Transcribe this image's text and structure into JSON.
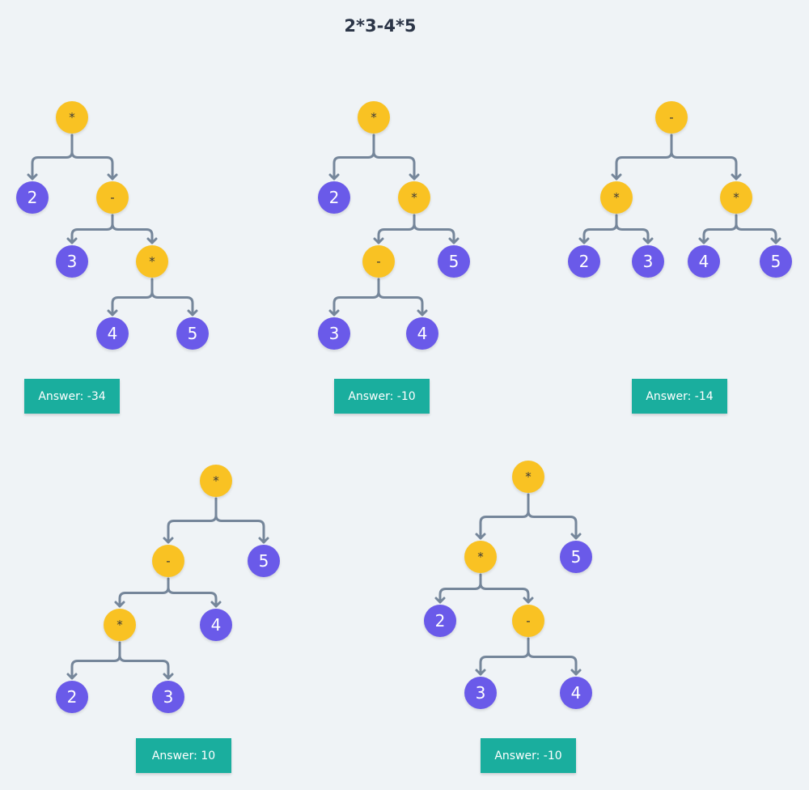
{
  "title": "2*3-4*5",
  "colors": {
    "operator": "#f9c223",
    "number": "#6a5ae9",
    "edge": "#75869a",
    "answer": "#1aae9e"
  },
  "trees": [
    {
      "answer": "Answer: -34",
      "nodes": [
        {
          "id": "a",
          "label": "*",
          "kind": "operator"
        },
        {
          "id": "b",
          "label": "2",
          "kind": "number",
          "parent": "a"
        },
        {
          "id": "c",
          "label": "-",
          "kind": "operator",
          "parent": "a"
        },
        {
          "id": "d",
          "label": "3",
          "kind": "number",
          "parent": "c"
        },
        {
          "id": "e",
          "label": "*",
          "kind": "operator",
          "parent": "c"
        },
        {
          "id": "f",
          "label": "4",
          "kind": "number",
          "parent": "e"
        },
        {
          "id": "g",
          "label": "5",
          "kind": "number",
          "parent": "e"
        }
      ]
    },
    {
      "answer": "Answer: -10",
      "nodes": [
        {
          "id": "a",
          "label": "*",
          "kind": "operator"
        },
        {
          "id": "b",
          "label": "2",
          "kind": "number",
          "parent": "a"
        },
        {
          "id": "c",
          "label": "*",
          "kind": "operator",
          "parent": "a"
        },
        {
          "id": "d",
          "label": "-",
          "kind": "operator",
          "parent": "c"
        },
        {
          "id": "e",
          "label": "5",
          "kind": "number",
          "parent": "c"
        },
        {
          "id": "f",
          "label": "3",
          "kind": "number",
          "parent": "d"
        },
        {
          "id": "g",
          "label": "4",
          "kind": "number",
          "parent": "d"
        }
      ]
    },
    {
      "answer": "Answer: -14",
      "nodes": [
        {
          "id": "a",
          "label": "-",
          "kind": "operator"
        },
        {
          "id": "b",
          "label": "*",
          "kind": "operator",
          "parent": "a"
        },
        {
          "id": "c",
          "label": "*",
          "kind": "operator",
          "parent": "a"
        },
        {
          "id": "d",
          "label": "2",
          "kind": "number",
          "parent": "b"
        },
        {
          "id": "e",
          "label": "3",
          "kind": "number",
          "parent": "b"
        },
        {
          "id": "f",
          "label": "4",
          "kind": "number",
          "parent": "c"
        },
        {
          "id": "g",
          "label": "5",
          "kind": "number",
          "parent": "c"
        }
      ]
    },
    {
      "answer": "Answer: 10",
      "nodes": [
        {
          "id": "a",
          "label": "*",
          "kind": "operator"
        },
        {
          "id": "b",
          "label": "-",
          "kind": "operator",
          "parent": "a"
        },
        {
          "id": "c",
          "label": "5",
          "kind": "number",
          "parent": "a"
        },
        {
          "id": "d",
          "label": "*",
          "kind": "operator",
          "parent": "b"
        },
        {
          "id": "e",
          "label": "4",
          "kind": "number",
          "parent": "b"
        },
        {
          "id": "f",
          "label": "2",
          "kind": "number",
          "parent": "d"
        },
        {
          "id": "g",
          "label": "3",
          "kind": "number",
          "parent": "d"
        }
      ]
    },
    {
      "answer": "Answer: -10",
      "nodes": [
        {
          "id": "a",
          "label": "*",
          "kind": "operator"
        },
        {
          "id": "b",
          "label": "*",
          "kind": "operator",
          "parent": "a"
        },
        {
          "id": "c",
          "label": "5",
          "kind": "number",
          "parent": "a"
        },
        {
          "id": "d",
          "label": "2",
          "kind": "number",
          "parent": "b"
        },
        {
          "id": "e",
          "label": "-",
          "kind": "operator",
          "parent": "b"
        },
        {
          "id": "f",
          "label": "3",
          "kind": "number",
          "parent": "e"
        },
        {
          "id": "g",
          "label": "4",
          "kind": "number",
          "parent": "e"
        }
      ]
    }
  ]
}
